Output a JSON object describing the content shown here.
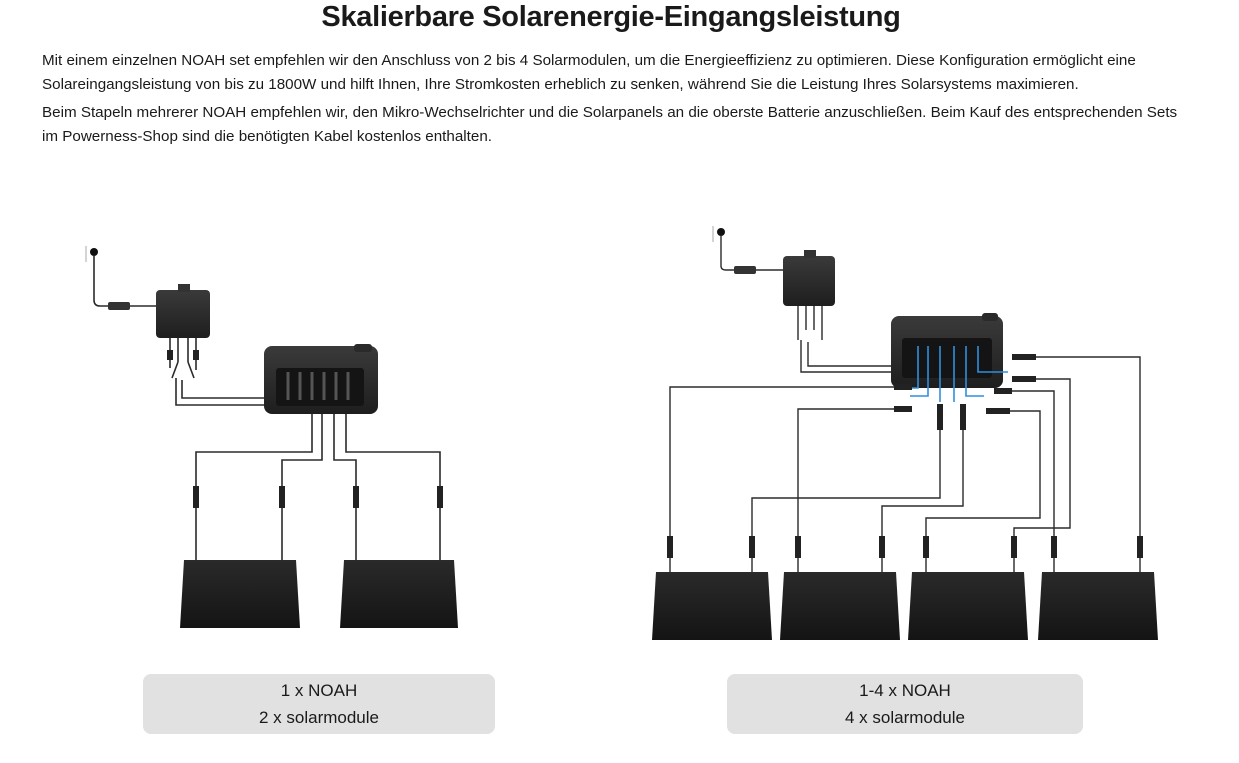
{
  "heading": "Skalierbare Solarenergie-Eingangsleistung",
  "paragraphs": [
    "Mit einem einzelnen NOAH set empfehlen wir den Anschluss von 2 bis 4 Solarmodulen, um die Energieeffizienz zu optimieren. Diese Konfiguration ermöglicht eine Solareingangsleistung von bis zu 1800W und hilft Ihnen, Ihre Stromkosten erheblich zu senken, während Sie die Leistung Ihres Solarsystems maximieren.",
    "Beim Stapeln mehrerer NOAH empfehlen wir, den Mikro-Wechselrichter und die Solarpanels an die oberste Batterie anzuschließen. Beim Kauf des entsprechenden Sets im Powerness-Shop sind die benötigten Kabel kostenlos enthalten."
  ],
  "configs": [
    {
      "line1": "1 x NOAH",
      "line2": "2 x solarmodule"
    },
    {
      "line1": "1-4 x NOAH",
      "line2": "4 x solarmodule"
    }
  ],
  "colors": {
    "cable": "#2b2b2b",
    "highlight_cable": "#2f8fe0",
    "panel": "#1c1c1c",
    "device": "#2e2e2e",
    "caption_bg": "#e1e1e1"
  }
}
